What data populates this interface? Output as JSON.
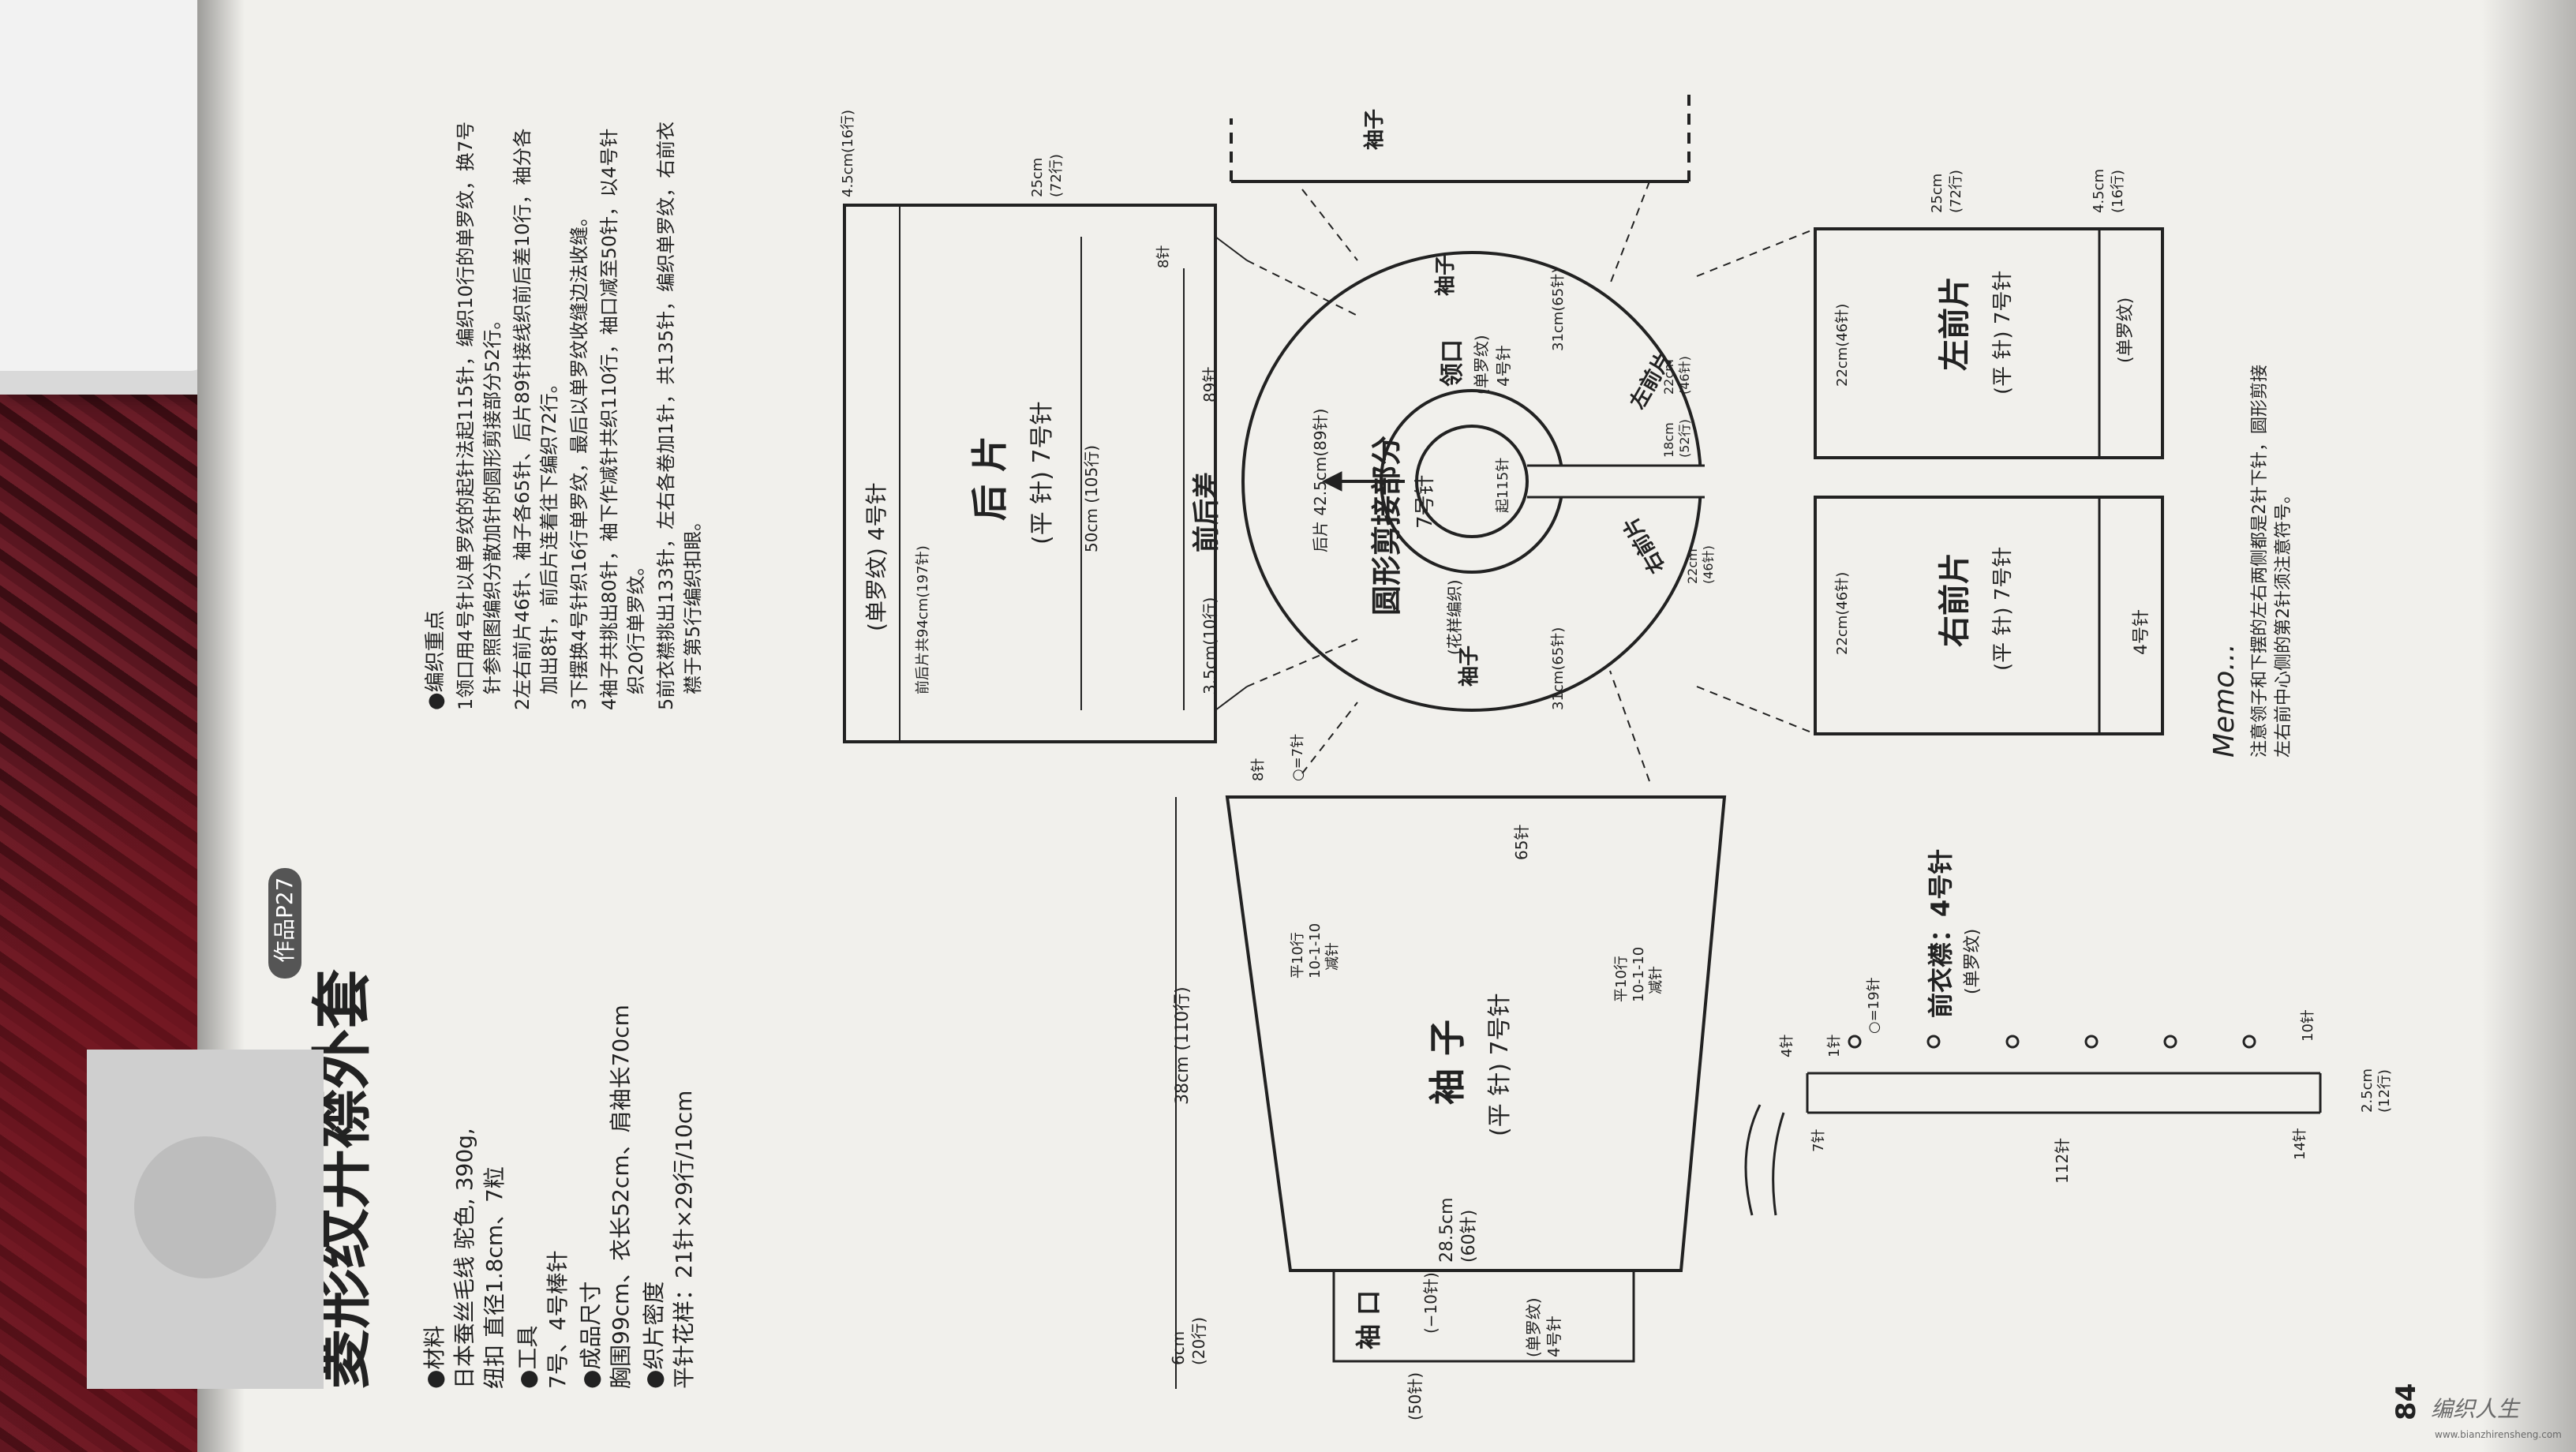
{
  "title": {
    "tag": "作品P27",
    "name": "菱形纹开襟外套"
  },
  "materials": {
    "heading": "●材料",
    "line1": "日本蚕丝毛线 驼色, 390g,",
    "line2": "纽扣 直径1.8cm、7粒"
  },
  "tools": {
    "heading": "●工具",
    "line1": "7号、4号棒针"
  },
  "size": {
    "heading": "●成品尺寸",
    "line1": "胸围99cm、衣长52cm、肩袖长70cm"
  },
  "gauge": {
    "heading": "●织片密度",
    "line1": "平针花样：21针×29行/10cm"
  },
  "knitting": {
    "heading": "●编织重点",
    "steps": [
      "1领口用4号针以单罗纹的起针法起115针，编织10行的单罗纹，换7号",
      "针参照图编织分散加针的圆形剪接部分52行。",
      "2左右前片46针、袖子各65针、后片89针接线织前后差10行，袖分各",
      "加出8针，前后片连着往下编织72行。",
      "3下摆换4号针织16行单罗纹，最后以单罗纹收缝边法收缝。",
      "4袖子共挑出80针，袖下作减针共织110行，袖口减至50针，以4号针",
      "织20行单罗纹。",
      "5前衣襟挑出133针，左右各卷加1针，共135针，编织单罗纹，右前衣",
      "襟于第5行编织扣眼。"
    ]
  },
  "sleeve": {
    "title": "袖 子",
    "stitch": "(平 针) 7号针",
    "length": "38cm (110行)",
    "width": "28.5cm",
    "width_st": "(60针)",
    "top_st": "65针",
    "top_add": "8针",
    "top_eq": "○=7针",
    "dec1": "平10行",
    "dec2": "10-1-10",
    "dec3": "减针",
    "cuff_title": "袖 口",
    "cuff_dec": "(−10针)",
    "cuff_rib": "(单罗纹)",
    "cuff_needle": "4号针",
    "cuff_len": "6cm",
    "cuff_rows": "(20行)",
    "cuff_st": "(50针)"
  },
  "back": {
    "title": "后 片",
    "stitch": "(平 针) 7号针",
    "rib": "(单罗纹) 4号针",
    "length": "50cm (105行)",
    "width": "25cm",
    "width_rows": "(72行)",
    "hem": "4.5cm(16行)",
    "total": "前后片共94cm(197针)",
    "diff": "3.5cm(10行)",
    "diff_label": "前后差",
    "st89": "89针",
    "st8": "8针"
  },
  "yoke": {
    "title": "圆形剪接部分",
    "needle": "7号针",
    "pattern": "(花样编织)",
    "back": "后片 42.5cm(89针)",
    "neck": "领口",
    "neck_rib": "(单罗纹)",
    "neck_needle": "4号针",
    "neck_st": "起115针",
    "sleeve": "袖子",
    "sleeve_st": "31cm(65针)",
    "left_front": "左前片",
    "right_front": "右前片",
    "front_w": "22cm",
    "front_st": "(46针)",
    "small_w": "18cm",
    "small_rows": "(52行)"
  },
  "fronts": {
    "left_title": "左前片",
    "right_title": "右前片",
    "stitch": "(平 针) 7号针",
    "width": "22cm(46针)",
    "length": "25cm",
    "length_rows": "(72行)",
    "hem": "4.5cm",
    "hem_rows": "(16行)",
    "rib": "(单罗纹)",
    "needle": "4号针"
  },
  "band": {
    "title": "前衣襟：4号针",
    "rib": "(单罗纹)",
    "total": "112针",
    "top": "○=19针",
    "st1": "1针",
    "st4": "4针",
    "st7": "7针",
    "st10": "10针",
    "st14": "14针",
    "len": "2.5cm",
    "rows": "(12行)"
  },
  "memo": {
    "heading": "Memo...",
    "line1": "注意领子和下摆的左右两侧都是2针下针，圆形剪接",
    "line2": "左右前中心侧的第2针须注意符号。"
  },
  "page_number": "84",
  "watermark": "编织人生",
  "watermark_url": "www.bianzhirensheng.com"
}
